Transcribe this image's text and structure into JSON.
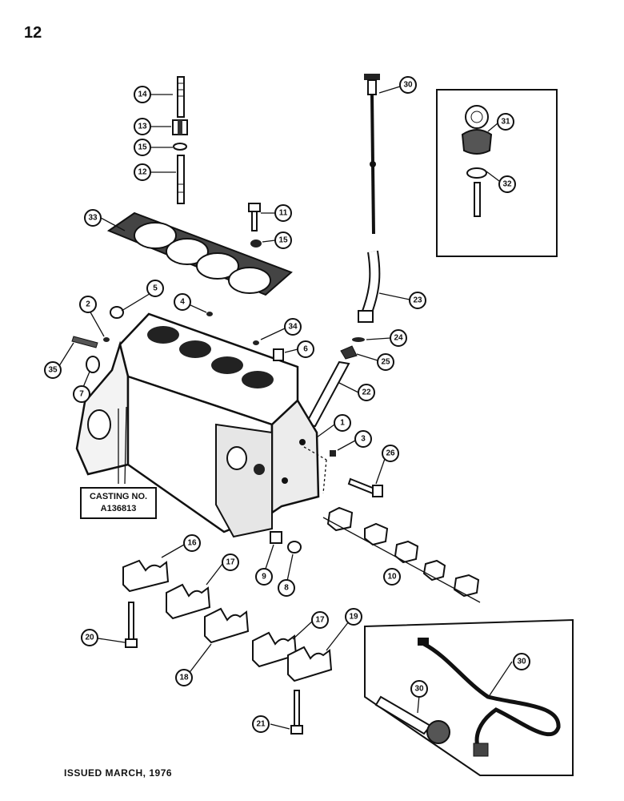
{
  "page": {
    "number": "12",
    "issued": "ISSUED MARCH, 1976"
  },
  "casting_label": {
    "line1": "CASTING NO.",
    "line2": "A136813"
  },
  "callouts": [
    {
      "id": "c14",
      "label": "14"
    },
    {
      "id": "c13",
      "label": "13"
    },
    {
      "id": "c15a",
      "label": "15"
    },
    {
      "id": "c12",
      "label": "12"
    },
    {
      "id": "c30a",
      "label": "30"
    },
    {
      "id": "c31",
      "label": "31"
    },
    {
      "id": "c32",
      "label": "32"
    },
    {
      "id": "c33",
      "label": "33"
    },
    {
      "id": "c11",
      "label": "11"
    },
    {
      "id": "c15b",
      "label": "15"
    },
    {
      "id": "c5",
      "label": "5"
    },
    {
      "id": "c2",
      "label": "2"
    },
    {
      "id": "c4",
      "label": "4"
    },
    {
      "id": "c23",
      "label": "23"
    },
    {
      "id": "c34",
      "label": "34"
    },
    {
      "id": "c24",
      "label": "24"
    },
    {
      "id": "c35",
      "label": "35"
    },
    {
      "id": "c6",
      "label": "6"
    },
    {
      "id": "c25",
      "label": "25"
    },
    {
      "id": "c7",
      "label": "7"
    },
    {
      "id": "c22",
      "label": "22"
    },
    {
      "id": "c1",
      "label": "1"
    },
    {
      "id": "c3",
      "label": "3"
    },
    {
      "id": "c26",
      "label": "26"
    },
    {
      "id": "c16",
      "label": "16"
    },
    {
      "id": "c17a",
      "label": "17"
    },
    {
      "id": "c9",
      "label": "9"
    },
    {
      "id": "c8",
      "label": "8"
    },
    {
      "id": "c10",
      "label": "10"
    },
    {
      "id": "c20",
      "label": "20"
    },
    {
      "id": "c17b",
      "label": "17"
    },
    {
      "id": "c19",
      "label": "19"
    },
    {
      "id": "c18",
      "label": "18"
    },
    {
      "id": "c30b",
      "label": "30"
    },
    {
      "id": "c30c",
      "label": "30"
    },
    {
      "id": "c21",
      "label": "21"
    }
  ]
}
